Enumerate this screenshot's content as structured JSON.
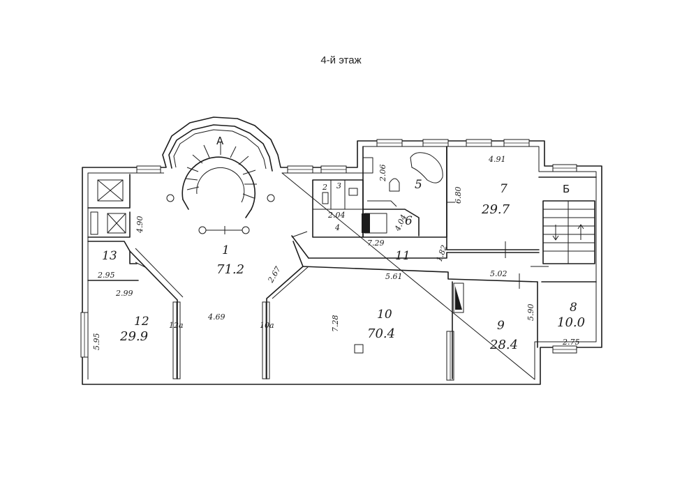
{
  "title": "4-й этаж",
  "stair_labels": {
    "spiral": "А",
    "stair_b": "Б"
  },
  "rooms": [
    {
      "number": "1",
      "area": "71.2"
    },
    {
      "number": "2",
      "area": ""
    },
    {
      "number": "3",
      "area": ""
    },
    {
      "number": "4",
      "area": "2.04"
    },
    {
      "number": "5",
      "area": ""
    },
    {
      "number": "6",
      "area": ""
    },
    {
      "number": "7",
      "area": "29.7"
    },
    {
      "number": "8",
      "area": "10.0"
    },
    {
      "number": "9",
      "area": "28.4"
    },
    {
      "number": "10",
      "area": "70.4"
    },
    {
      "number": "11",
      "area": ""
    },
    {
      "number": "12",
      "area": "29.9"
    },
    {
      "number": "13",
      "area": ""
    }
  ],
  "dimensions": {
    "d491": "4.91",
    "d680": "6.80",
    "d729": "7.29",
    "d182": "1.82",
    "d561": "5.61",
    "d502": "5.02",
    "d267": "2.67",
    "d295": "2.95",
    "d299": "2.99",
    "d595": "5.95",
    "d469": "4.69",
    "d728": "7.28",
    "d590": "5.90",
    "d275": "2.75",
    "d206": "2.06",
    "d404": "4.04",
    "d490": "4.90",
    "d12a": "12a",
    "d10a": "10a"
  }
}
